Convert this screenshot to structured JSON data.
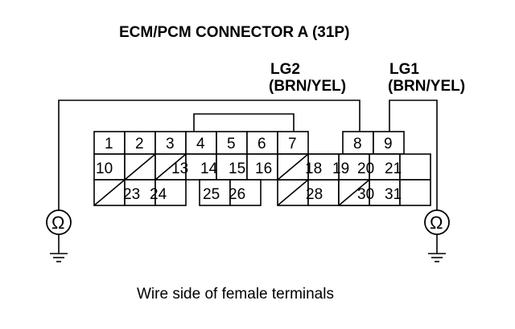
{
  "title": "ECM/PCM CONNECTOR A (31P)",
  "labels": {
    "lg2": {
      "name": "LG2",
      "color": "(BRN/YEL)"
    },
    "lg1": {
      "name": "LG1",
      "color": "(BRN/YEL)"
    }
  },
  "caption": "Wire side of female terminals",
  "meters": {
    "symbol": "Ω"
  },
  "rows": {
    "row1": [
      "1",
      "2",
      "3",
      "4",
      "5",
      "6",
      "7",
      "",
      "8",
      "9"
    ],
    "row2": [
      "10",
      "",
      "",
      "13",
      "14",
      "15",
      "16",
      "",
      "18",
      "19",
      "20",
      "21"
    ],
    "row3": [
      "",
      "23",
      "24",
      "25",
      "26",
      "",
      "28",
      "",
      "30",
      "31"
    ]
  }
}
